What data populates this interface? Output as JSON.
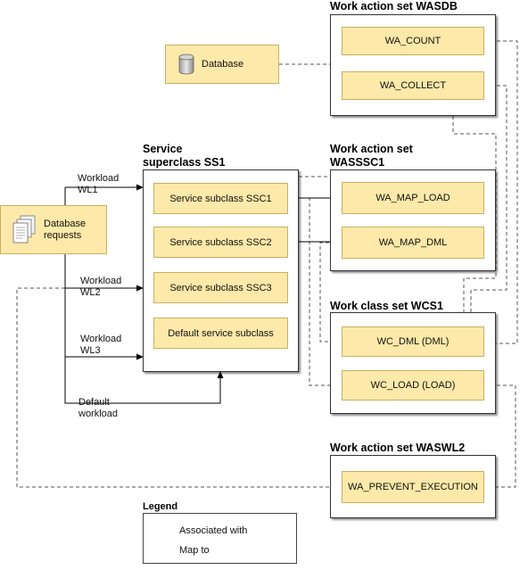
{
  "wasdb": {
    "title": "Work action set WASDB",
    "items": [
      "WA_COUNT",
      "WA_COLLECT"
    ]
  },
  "database": {
    "label": "Database"
  },
  "ss1": {
    "title_line1": "Service",
    "title_line2": "superclass SS1",
    "items": [
      "Service subclass SSC1",
      "Service subclass SSC2",
      "Service subclass SSC3",
      "Default service subclass"
    ]
  },
  "wasssc1": {
    "title_line1": "Work action set",
    "title_line2": "WASSSC1",
    "items": [
      "WA_MAP_LOAD",
      "WA_MAP_DML"
    ]
  },
  "wcs1": {
    "title": "Work class set WCS1",
    "items": [
      "WC_DML (DML)",
      "WC_LOAD (LOAD)"
    ]
  },
  "waswl2": {
    "title": "Work action set WASWL2",
    "items": [
      "WA_PREVENT_EXECUTION"
    ]
  },
  "requests": {
    "line1": "Database",
    "line2": "requests"
  },
  "workloads": {
    "wl1": [
      "Workload",
      "WL1"
    ],
    "wl2": [
      "Workload",
      "WL2"
    ],
    "wl3": [
      "Workload",
      "WL3"
    ],
    "default": [
      "Default",
      "workload"
    ]
  },
  "legend": {
    "title": "Legend",
    "associated": "Associated with",
    "map": "Map to"
  },
  "colors": {
    "box_fill": "#fde9a9",
    "box_border": "#c8b060",
    "line": "#555555"
  }
}
